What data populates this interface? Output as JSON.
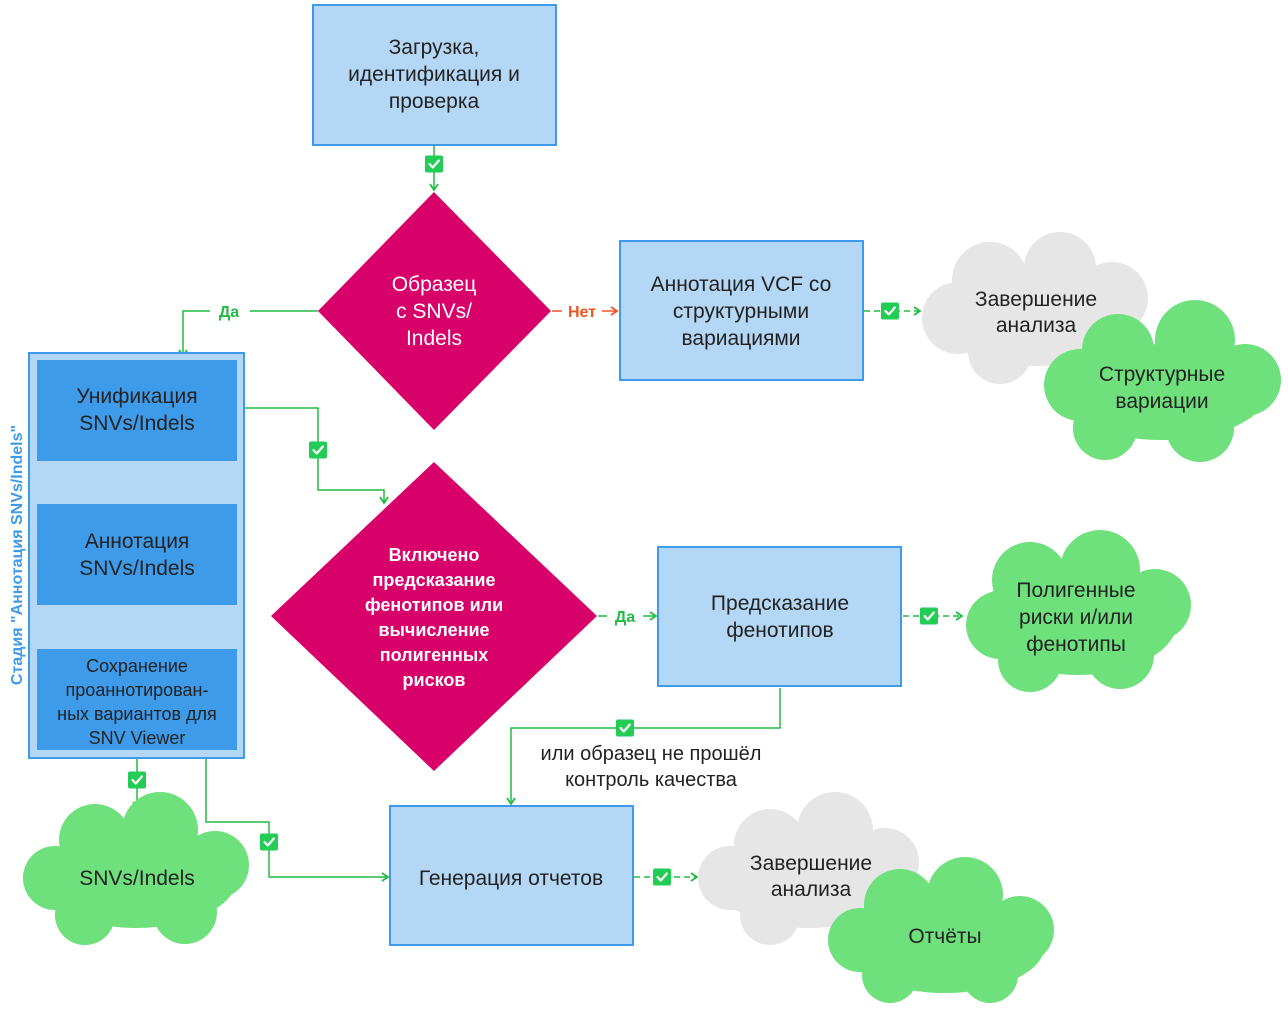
{
  "colors": {
    "box_fill": "#b3d7f5",
    "box_stroke": "#3d9be9",
    "box_dark": "#3d9be9",
    "decision": "#d80069",
    "cloud_green": "#6ee07c",
    "cloud_gray": "#e6e6e6",
    "arrow_green": "#22bb44",
    "arrow_red": "#ee5522",
    "stage_text": "#3d9be9"
  },
  "nodes": {
    "upload": [
      "Загрузка,",
      "идентификация и",
      "проверка"
    ],
    "decision_snv": [
      "Образец",
      "с SNVs/",
      "Indels"
    ],
    "vcf_sv": [
      "Аннотация VCF со",
      "структурными",
      "вариациями"
    ],
    "finish_1": [
      "Завершение",
      "анализа"
    ],
    "sv_output": [
      "Структурные",
      "вариации"
    ],
    "unify": [
      "Унификация",
      "SNVs/Indels"
    ],
    "annotate": [
      "Аннотация",
      "SNVs/Indels"
    ],
    "save": [
      "Сохранение",
      "проаннотирован-",
      "ных вариантов для",
      "SNV Viewer"
    ],
    "stage_label": "Стадия \"Аннотация SNVs/Indels\"",
    "decision_pheno": [
      "Включено",
      "предсказание",
      "фенотипов или",
      "вычисление",
      "полигенных",
      "рисков"
    ],
    "pheno": [
      "Предсказание",
      "фенотипов"
    ],
    "poly_output": [
      "Полигенные",
      "риски и/или",
      "фенотипы"
    ],
    "snv_output": "SNVs/Indels",
    "report": "Генерация отчетов",
    "finish_2": [
      "Завершение",
      "анализа"
    ],
    "reports_output": "Отчёты"
  },
  "edges": {
    "yes_1": "Да",
    "no_1": "Нет",
    "yes_2": "Да",
    "qc_note": [
      "или образец не прошёл",
      "контроль качества"
    ]
  },
  "icons": {
    "check": "check-badge-icon"
  }
}
